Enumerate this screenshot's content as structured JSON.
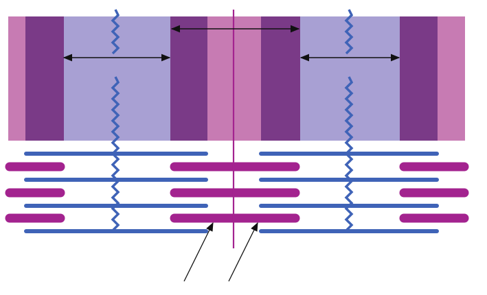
{
  "diagram": {
    "type": "sarcomere-schematic",
    "labels": [],
    "colors": {
      "background": "#ffffff",
      "band_light_pink": "#c77bb3",
      "band_dark_purple": "#7a3a87",
      "band_lavender": "#a8a0d3",
      "actin_blue": "#3f63b7",
      "myosin_magenta": "#a3238f",
      "m_line": "#a3238f",
      "arrows": "#111111"
    },
    "bands": [
      {
        "name": "i-band-left",
        "color_key": "band_light_pink"
      },
      {
        "name": "a-band-left-dark",
        "color_key": "band_dark_purple"
      },
      {
        "name": "h-zone-left",
        "color_key": "band_lavender"
      },
      {
        "name": "a-band-center-left-dark",
        "color_key": "band_dark_purple"
      },
      {
        "name": "i-band-center",
        "color_key": "band_light_pink"
      },
      {
        "name": "a-band-center-right-dark",
        "color_key": "band_dark_purple"
      },
      {
        "name": "h-zone-right",
        "color_key": "band_lavender"
      },
      {
        "name": "a-band-right-dark",
        "color_key": "band_dark_purple"
      },
      {
        "name": "i-band-right",
        "color_key": "band_light_pink"
      }
    ],
    "z_disc_count": 2,
    "measure_arrow_count": 3,
    "pointer_arrow_count": 2
  }
}
